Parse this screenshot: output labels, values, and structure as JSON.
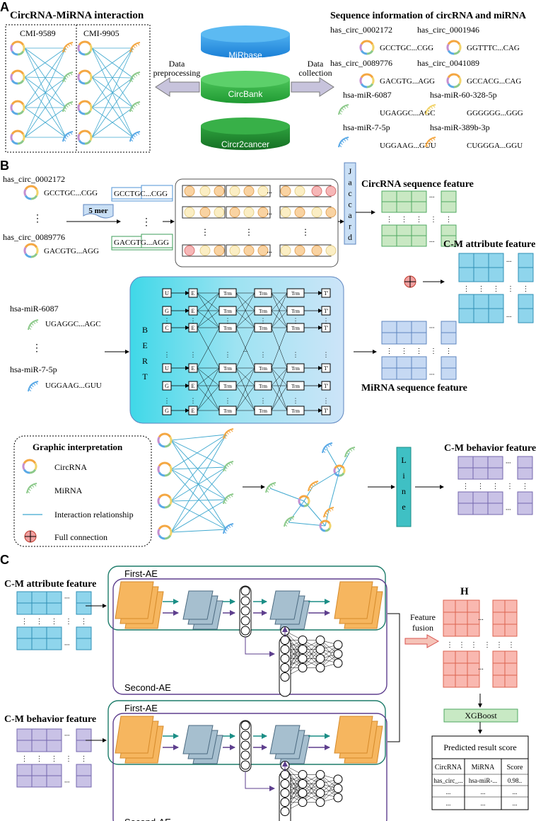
{
  "panelA": {
    "letter": "A",
    "interaction_title": "CircRNA-MiRNA interaction",
    "dataset_labels": [
      "CMI-9589",
      "CMI-9905"
    ],
    "databases": [
      "MiRbase",
      "CircBank",
      "Circr2cancer"
    ],
    "preprocessing_label": [
      "Data",
      "preprocessing"
    ],
    "collection_label": [
      "Data",
      "collection"
    ],
    "seq_info_title": "Sequence information of circRNA and miRNA",
    "circ_names": [
      "has_circ_0002172",
      "has_circ_0001946",
      "has_circ_0089776",
      "has_circ_0041089"
    ],
    "circ_seqs": [
      "GCCTGC...CGG",
      "GGTTTC...CAG",
      "GACGTG...AGG",
      "GCCACG...CAG"
    ],
    "mirna_names": [
      "hsa-miR-6087",
      "hsa-miR-60-328-5p",
      "hsa-miR-7-5p",
      "hsa-miR-389b-3p"
    ],
    "mirna_seqs": [
      "UGAGGC...AGC",
      "GGGGGG...GGG",
      "UGGAAG...GUU",
      "CUGGGA...GGU"
    ]
  },
  "panelB": {
    "letter": "B",
    "circ1_name": "has_circ_0002172",
    "circ1_seq": "GCCTGC...CGG",
    "circ2_name": "has_circ_0089776",
    "circ2_seq": "GACGTG...AGG",
    "kmer_label": "5 mer",
    "kmer_box1": "GCCTGC...CGG",
    "kmer_box2": "GACGTG...AGG",
    "jaccard": [
      "J",
      "a",
      "c",
      "c",
      "a",
      "r",
      "d"
    ],
    "circ_feature_title": "CircRNA sequence feature",
    "attr_feature_title": "C-M attribute feature",
    "mir1_name": "hsa-miR-6087",
    "mir1_seq": "UGAGGC...AGC",
    "mir2_name": "hsa-miR-7-5p",
    "mir2_seq": "UGGAAG...GUU",
    "bert": [
      "B",
      "E",
      "R",
      "T"
    ],
    "bert_inputs": [
      "U",
      "G",
      "C",
      "U",
      "G",
      "G"
    ],
    "bert_e": "E",
    "bert_trm": "Trm",
    "bert_out": "T'",
    "mirna_feature_title": "MiRNA sequence feature",
    "legend_title": "Graphic interpretation",
    "legend_items": [
      "CircRNA",
      "MiRNA",
      "Interaction relationship",
      "Full connection"
    ],
    "line": [
      "L",
      "i",
      "n",
      "e"
    ],
    "behavior_feature_title": "C-M behavior feature",
    "ellipsis": "...",
    "vdots": "⋮"
  },
  "panelC": {
    "letter": "C",
    "attr_feature_title": "C-M attribute feature",
    "behavior_feature_title": "C-M  behavior feature",
    "first_ae": "First-AE",
    "second_ae": "Second-AE",
    "fusion_label": [
      "Feature",
      "fusion"
    ],
    "h_label": "H",
    "xgboost": "XGBoost",
    "result_title": "Predicted result score",
    "table_headers": [
      "CircRNA",
      "MiRNA",
      "Score"
    ],
    "table_rows": [
      [
        "has_circ_...",
        "hsa-miR-...",
        "0.98.."
      ],
      [
        "...",
        "...",
        "..."
      ],
      [
        "...",
        "...",
        "..."
      ]
    ]
  },
  "colors": {
    "circ_feature": "#c9e8c3",
    "circ_feature_stroke": "#4fa862",
    "attr_feature": "#8fd5ec",
    "attr_feature_stroke": "#2f8fb5",
    "mirna_feature": "#c6d9f3",
    "mirna_feature_stroke": "#5d85bf",
    "behavior_feature": "#c9c2e6",
    "behavior_feature_stroke": "#7467ad",
    "h_fill": "#f9b8b0",
    "h_stroke": "#dc6350",
    "ae_orange": "#f6b65f",
    "ae_blue": "#a6bfcf",
    "db_blue": "#2196e8",
    "db_green": "#28a93c",
    "db_dkgreen": "#1e8b2e",
    "interaction_line": "#3fa8cf",
    "first_ae": "#1d7c6a",
    "second_ae": "#5e3f8e",
    "jaccard_fill": "#c9dff5",
    "line_fill": "#3fc0c4",
    "xgboost_fill": "#c8e9c4"
  }
}
